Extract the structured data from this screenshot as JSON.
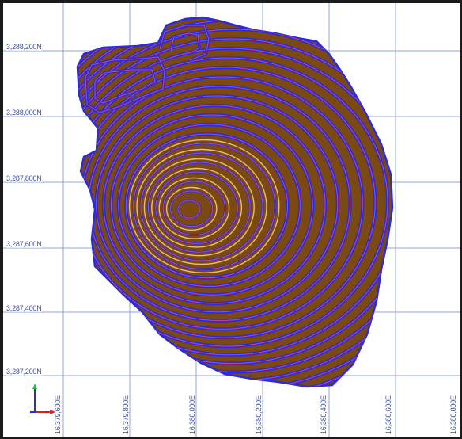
{
  "map": {
    "northing_labels": [
      "3,288,200N",
      "3,288,000N",
      "3,287,800N",
      "3,287,600N",
      "3,287,400N",
      "3,287,200N"
    ],
    "easting_labels": [
      "16,379,600E",
      "16,379,800E",
      "16,380,000E",
      "16,380,200E",
      "16,380,400E",
      "16,380,600E",
      "16,380,800E"
    ],
    "colors": {
      "background": "#ffffff",
      "grid": "#8fa6e6",
      "terrain": "#7a4a12",
      "bench": "#2a2ae0",
      "crest": "#c44a8a",
      "inner_highlight": "#e8c070",
      "frame": "#1b1b1b"
    },
    "axis_triad": {
      "x_axis": "red-arrow",
      "y_axis": "green-arrow",
      "z_axis": "blue-axis"
    }
  }
}
